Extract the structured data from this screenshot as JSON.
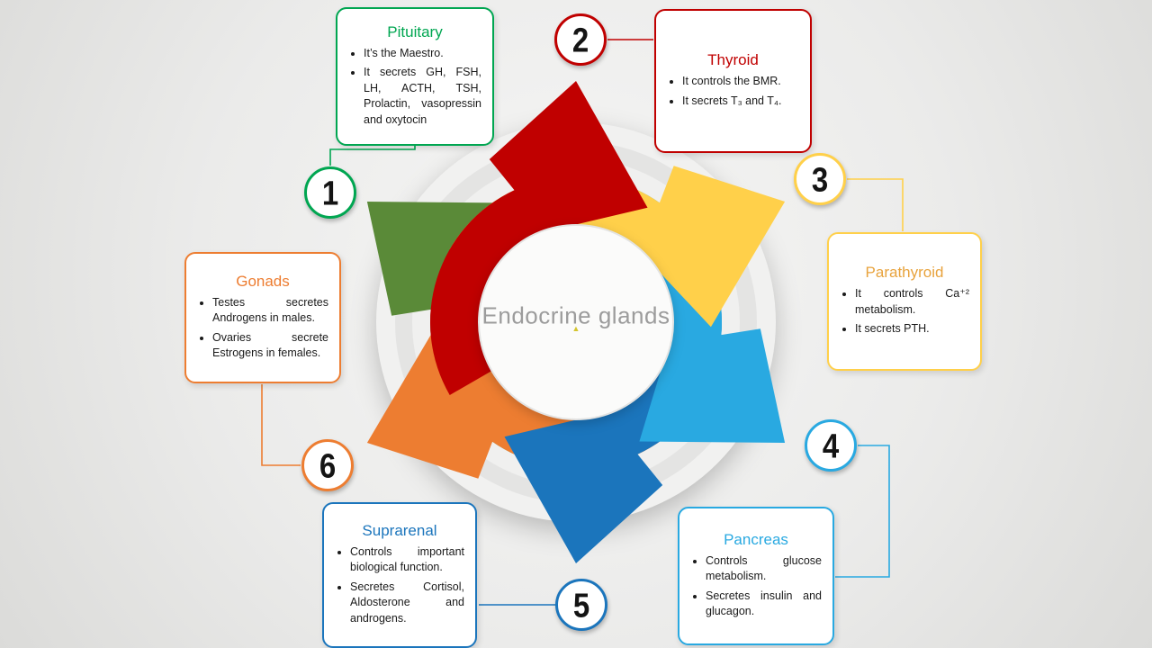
{
  "slide": {
    "center_label": "Endocrine glands",
    "marker_glyph": "▲",
    "marker_color": "#d4c52e"
  },
  "wheel": {
    "arrows": [
      {
        "name": "pituitary-arrow",
        "color": "#5a8a38"
      },
      {
        "name": "gonads-arrow",
        "color": "#ed7d31"
      },
      {
        "name": "suprarenal-arrow",
        "color": "#1b75bc"
      },
      {
        "name": "pancreas-arrow",
        "color": "#29a9e1"
      },
      {
        "name": "parathyroid-arrow",
        "color": "#ffd04a"
      },
      {
        "name": "thyroid-arrow",
        "color": "#c00000"
      }
    ]
  },
  "glands": [
    {
      "num": "1",
      "name": "Pituitary",
      "accent": "#00a651",
      "border": "#00a651",
      "bullets": [
        "It’s the Maestro.",
        "It secrets GH, FSH, LH, ACTH, TSH, Prolactin, vasopressin and oxytocin"
      ]
    },
    {
      "num": "2",
      "name": "Thyroid",
      "accent": "#c00000",
      "border": "#c00000",
      "bullets": [
        "It controls the BMR.",
        "It secrets T₃ and T₄."
      ]
    },
    {
      "num": "3",
      "name": "Parathyroid",
      "accent": "#e8a33d",
      "border": "#ffd04a",
      "bullets": [
        "It controls Ca⁺² metabolism.",
        "It secrets PTH."
      ]
    },
    {
      "num": "4",
      "name": "Pancreas",
      "accent": "#29a9e1",
      "border": "#29a9e1",
      "bullets": [
        "Controls glucose metabolism.",
        "Secretes insulin and glucagon."
      ]
    },
    {
      "num": "5",
      "name": "Suprarenal",
      "accent": "#1b75bc",
      "border": "#1b75bc",
      "bullets": [
        "Controls important biological function.",
        "Secretes Cortisol, Aldosterone and androgens."
      ]
    },
    {
      "num": "6",
      "name": "Gonads",
      "accent": "#ed7d31",
      "border": "#ed7d31",
      "bullets": [
        "Testes secretes Androgens in males.",
        "Ovaries secrete Estrogens in females."
      ]
    }
  ]
}
